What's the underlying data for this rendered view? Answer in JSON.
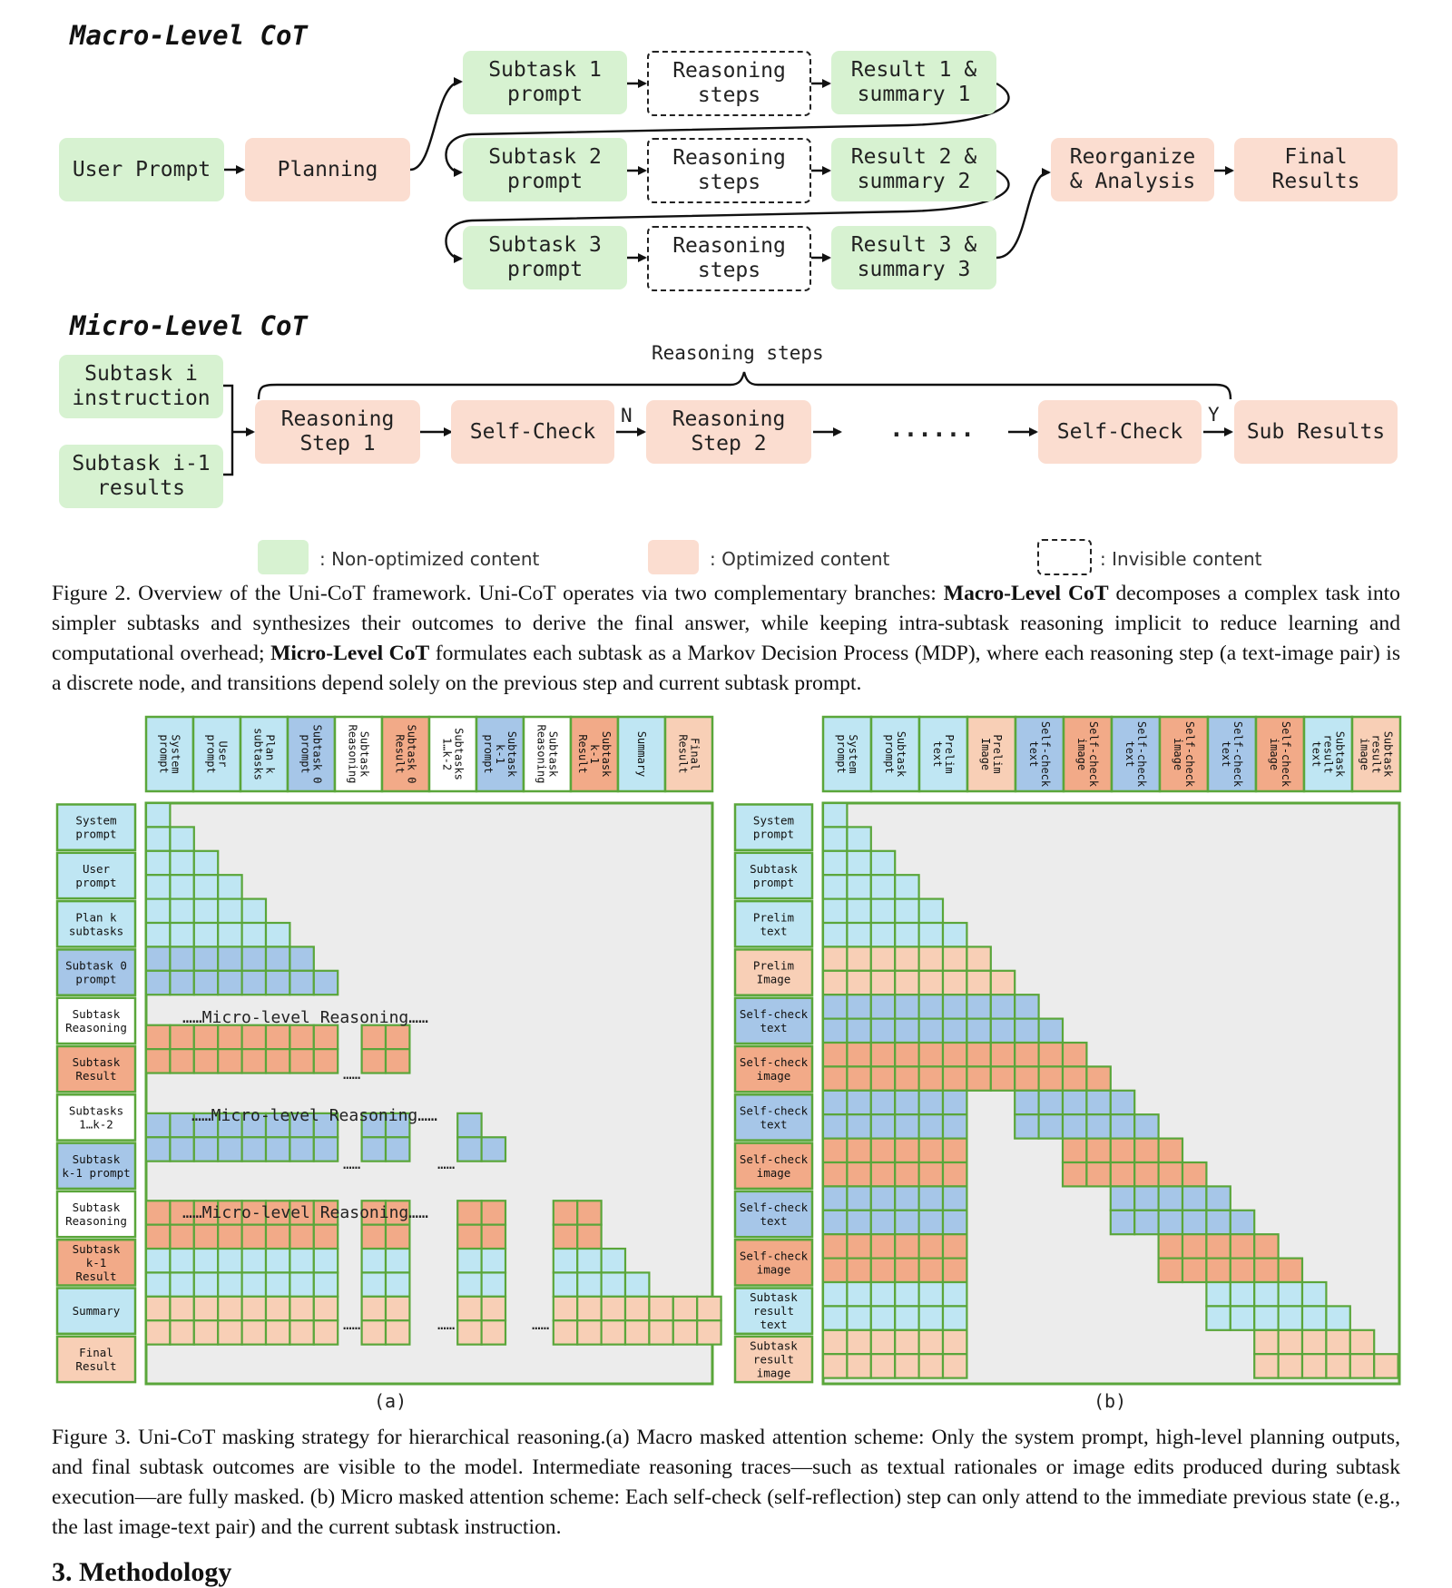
{
  "macro": {
    "title": "Macro-Level CoT",
    "user_prompt": "User Prompt",
    "planning": "Planning",
    "subtasks": [
      {
        "prompt": "Subtask 1\nprompt",
        "steps": "Reasoning\nsteps",
        "result": "Result 1 &\nsummary 1"
      },
      {
        "prompt": "Subtask 2\nprompt",
        "steps": "Reasoning\nsteps",
        "result": "Result 2 &\nsummary 2"
      },
      {
        "prompt": "Subtask 3\nprompt",
        "steps": "Reasoning\nsteps",
        "result": "Result 3 &\nsummary 3"
      }
    ],
    "reorganize": "Reorganize\n& Analysis",
    "final": "Final\nResults"
  },
  "micro": {
    "title": "Micro-Level CoT",
    "inputs": [
      "Subtask i\ninstruction",
      "Subtask i-1\nresults"
    ],
    "brace_label": "Reasoning steps",
    "step1": "Reasoning\nStep 1",
    "check1": "Self-Check",
    "n_label": "N",
    "step2": "Reasoning\nStep 2",
    "dots": "......",
    "check2": "Self-Check",
    "y_label": "Y",
    "sub_results": "Sub Results"
  },
  "legend": {
    "non_optimized": ": Non-optimized content",
    "optimized": ": Optimized content",
    "invisible": ": Invisible content"
  },
  "figure2_caption": {
    "a": "Figure 2.  Overview of the Uni-CoT framework.  Uni-CoT operates via two complementary branches: ",
    "b1": "Macro-Level CoT",
    "c": " decomposes a complex task into simpler subtasks and synthesizes their outcomes to derive the final answer, while keeping intra-subtask reasoning implicit to reduce learning and computational overhead; ",
    "b2": "Micro-Level CoT",
    "d": " formulates each subtask as a Markov Decision Process (MDP), where each reasoning step (a text-image pair) is a discrete node, and transitions depend solely on the previous step and current subtask prompt."
  },
  "colors": {
    "light_blue": "#bfe6f3",
    "blue": "#a6c6e8",
    "orange": "#f2aa88",
    "peach": "#f8cfb6",
    "white": "#ffffff",
    "grid_border": "#5aa63a",
    "background": "#ececec",
    "green_box": "#d7f2d1",
    "pink_box": "#fbddd0"
  },
  "panel_a": {
    "label": "(a)",
    "columns": [
      {
        "text": "System\nprompt",
        "color": "light_blue"
      },
      {
        "text": "User\nprompt",
        "color": "light_blue"
      },
      {
        "text": "Plan k\nsubtasks",
        "color": "light_blue"
      },
      {
        "text": "Subtask 0\nprompt",
        "color": "blue"
      },
      {
        "text": "Subtask\nReasoning",
        "color": "white"
      },
      {
        "text": "Subtask 0\nResult",
        "color": "orange"
      },
      {
        "text": "Subtasks\n1…k-2",
        "color": "white"
      },
      {
        "text": "Subtask\nk-1\nprompt",
        "color": "blue"
      },
      {
        "text": "Subtask\nReasoning",
        "color": "white"
      },
      {
        "text": "Subtask\nk-1\nResult",
        "color": "orange"
      },
      {
        "text": "Summary",
        "color": "light_blue"
      },
      {
        "text": "Final\nResult",
        "color": "peach"
      }
    ],
    "rows": [
      {
        "text": "System\nprompt",
        "color": "light_blue"
      },
      {
        "text": "User\nprompt",
        "color": "light_blue"
      },
      {
        "text": "Plan k\nsubtasks",
        "color": "light_blue"
      },
      {
        "text": "Subtask 0\nprompt",
        "color": "blue"
      },
      {
        "text": "Subtask\nReasoning",
        "color": "white"
      },
      {
        "text": "Subtask\nResult",
        "color": "orange"
      },
      {
        "text": "Subtasks\n1…k-2",
        "color": "white"
      },
      {
        "text": "Subtask\nk-1 prompt",
        "color": "blue"
      },
      {
        "text": "Subtask\nReasoning",
        "color": "white"
      },
      {
        "text": "Subtask\nk-1\nResult",
        "color": "orange"
      },
      {
        "text": "Summary",
        "color": "light_blue"
      },
      {
        "text": "Final\nResult",
        "color": "peach"
      }
    ],
    "micro_text": "……Micro-level Reasoning……",
    "dots": "……"
  },
  "panel_b": {
    "label": "(b)",
    "columns": [
      {
        "text": "System\nprompt",
        "color": "light_blue"
      },
      {
        "text": "Subtask\nprompt",
        "color": "light_blue"
      },
      {
        "text": "Prelim\ntext",
        "color": "light_blue"
      },
      {
        "text": "Prelim\nImage",
        "color": "peach"
      },
      {
        "text": "Self-check\ntext",
        "color": "blue"
      },
      {
        "text": "Self-check\nimage",
        "color": "orange"
      },
      {
        "text": "Self-check\ntext",
        "color": "blue"
      },
      {
        "text": "Self-check\nimage",
        "color": "orange"
      },
      {
        "text": "Self-check\ntext",
        "color": "blue"
      },
      {
        "text": "Self-check\nimage",
        "color": "orange"
      },
      {
        "text": "Subtask\nresult\ntext",
        "color": "light_blue"
      },
      {
        "text": "Subtask\nresult\nimage",
        "color": "peach"
      }
    ],
    "rows": [
      {
        "text": "System\nprompt",
        "color": "light_blue"
      },
      {
        "text": "Subtask\nprompt",
        "color": "light_blue"
      },
      {
        "text": "Prelim\ntext",
        "color": "light_blue"
      },
      {
        "text": "Prelim\nImage",
        "color": "peach"
      },
      {
        "text": "Self-check\ntext",
        "color": "blue"
      },
      {
        "text": "Self-check\nimage",
        "color": "orange"
      },
      {
        "text": "Self-check\ntext",
        "color": "blue"
      },
      {
        "text": "Self-check\nimage",
        "color": "orange"
      },
      {
        "text": "Self-check\ntext",
        "color": "blue"
      },
      {
        "text": "Self-check\nimage",
        "color": "orange"
      },
      {
        "text": "Subtask\nresult\ntext",
        "color": "light_blue"
      },
      {
        "text": "Subtask\nresult\nimage",
        "color": "peach"
      }
    ]
  },
  "figure3_caption": "Figure 3.  Uni-CoT masking strategy for hierarchical reasoning.(a) Macro masked attention scheme:  Only the system prompt, high-level planning outputs, and final subtask outcomes are visible to the model.  Intermediate reasoning traces—such as textual rationales or image edits produced during subtask execution—are fully masked.  (b) Micro masked attention scheme:  Each self-check (self-reflection) step can only attend to the immediate previous state (e.g., the last image-text pair) and the current subtask instruction.",
  "next_section": "3. Methodology"
}
